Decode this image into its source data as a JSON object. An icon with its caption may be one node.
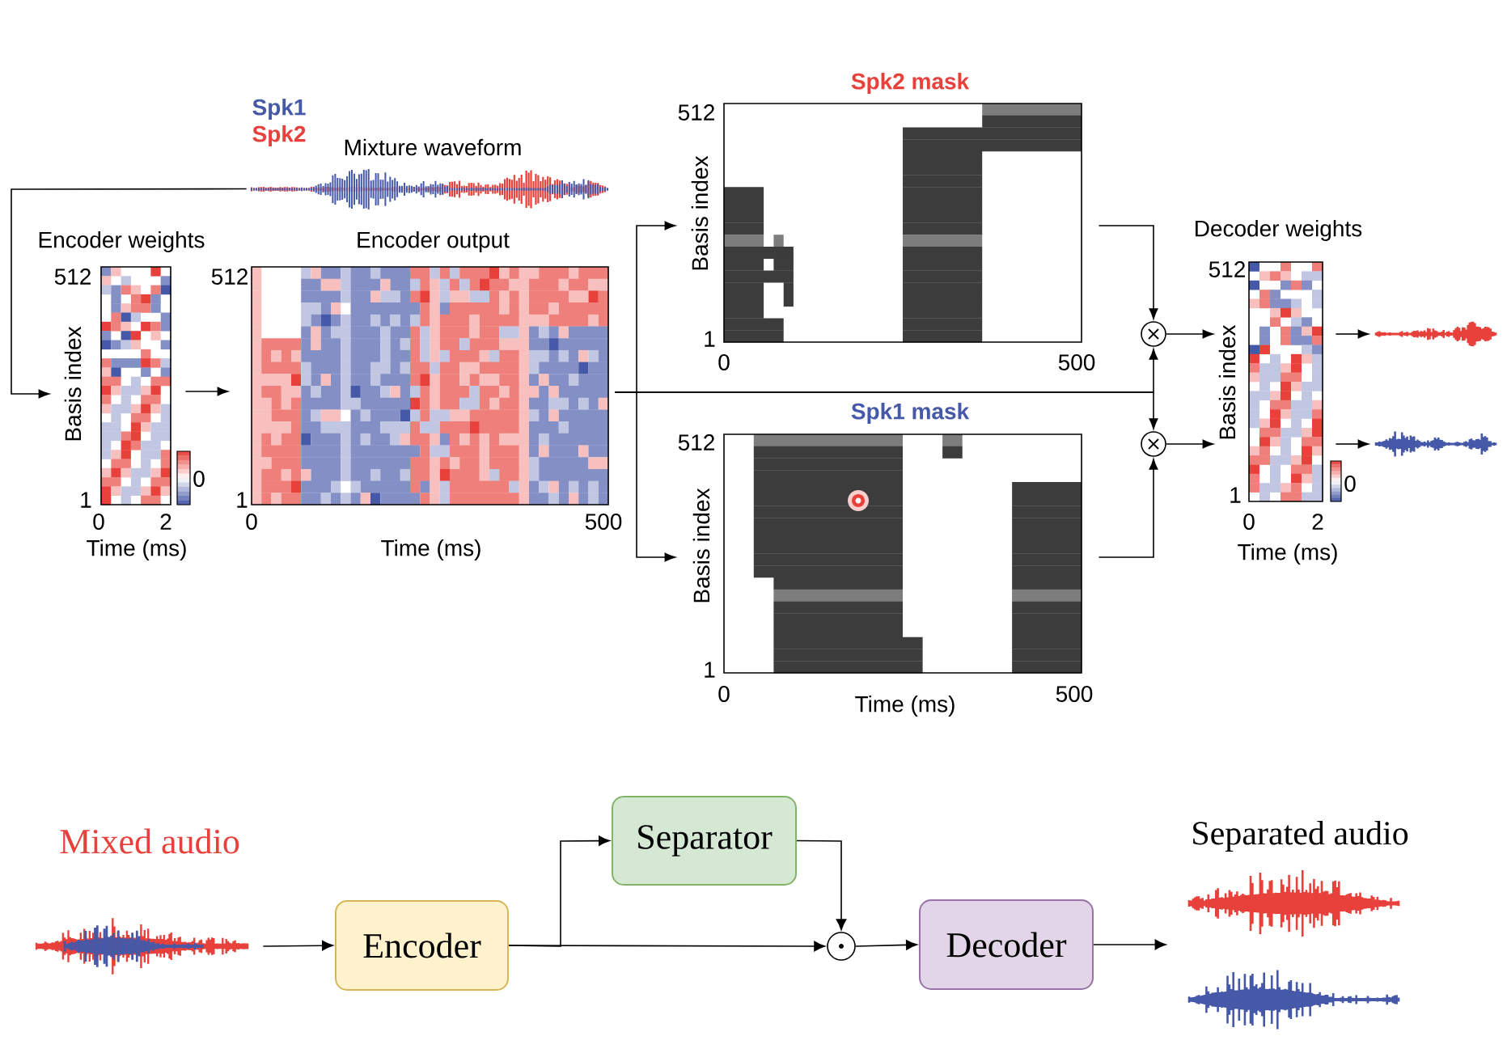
{
  "diagram": {
    "nodes": [
      {
        "text": [
          "Mixture waveform"
        ]
      },
      {
        "text": [
          "Encoder weights"
        ]
      },
      {
        "text": [
          "Encoder output"
        ]
      },
      {
        "text": [
          "Spk2 mask"
        ]
      },
      {
        "text": [
          "Spk1 mask"
        ]
      },
      {
        "text": [],
        "shape": "circle"
      },
      {
        "text": [],
        "shape": "circle"
      },
      {
        "text": [
          "Decoder weights"
        ],
        "beside": [
          "Basis index"
        ]
      },
      {
        "text": [],
        "shape": "picture"
      },
      {
        "text": [],
        "shape": "picture"
      },
      {
        "text": [
          "Mixed audio"
        ]
      },
      {
        "text": [
          "Encoder"
        ]
      },
      {
        "text": [
          "Separator"
        ]
      },
      {
        "text": [],
        "shape": "circle"
      },
      {
        "text": [
          "Decoder"
        ]
      },
      {
        "text": [
          "Separated audio"
        ]
      }
    ],
    "edges": [
      {
        "from": 0,
        "to": 1,
        "arrow": "to"
      },
      {
        "from": 1,
        "to": 2,
        "arrow": "to"
      },
      {
        "from": 2,
        "to": 3,
        "arrow": "to"
      },
      {
        "from": 2,
        "to": 4,
        "arrow": "to"
      },
      {
        "from": 2,
        "to": 5,
        "arrow": "to"
      },
      {
        "from": 2,
        "to": 6,
        "arrow": "to"
      },
      {
        "from": 3,
        "to": 5,
        "arrow": "to"
      },
      {
        "from": 4,
        "to": 6,
        "arrow": "to"
      },
      {
        "from": 5,
        "to": 7,
        "arrow": "to"
      },
      {
        "from": 6,
        "to": 7,
        "arrow": "to"
      },
      {
        "from": 7,
        "to": 8,
        "arrow": "to"
      },
      {
        "from": 7,
        "to": 9,
        "arrow": "to"
      },
      {
        "from": 10,
        "to": 11,
        "arrow": "to"
      },
      {
        "from": 11,
        "to": 12,
        "arrow": "to"
      },
      {
        "from": 11,
        "to": 13,
        "arrow": "to"
      },
      {
        "from": 12,
        "to": 13,
        "arrow": "to"
      },
      {
        "from": 13,
        "to": 14,
        "arrow": "to"
      },
      {
        "from": 14,
        "to": 15,
        "arrow": "to"
      }
    ],
    "labels": [
      "Spk1",
      "Spk2",
      "512",
      "Basis index",
      "1",
      "0",
      "0",
      "2",
      "Time (ms)",
      "512",
      "1",
      "0",
      "500",
      "Time (ms)",
      "512",
      "Basis index",
      "1",
      "0",
      "500",
      "512",
      "Basis index",
      "1",
      "0",
      "500",
      "Time (ms)",
      "512",
      "1",
      "0",
      "0",
      "2",
      "Time (ms)"
    ]
  }
}
